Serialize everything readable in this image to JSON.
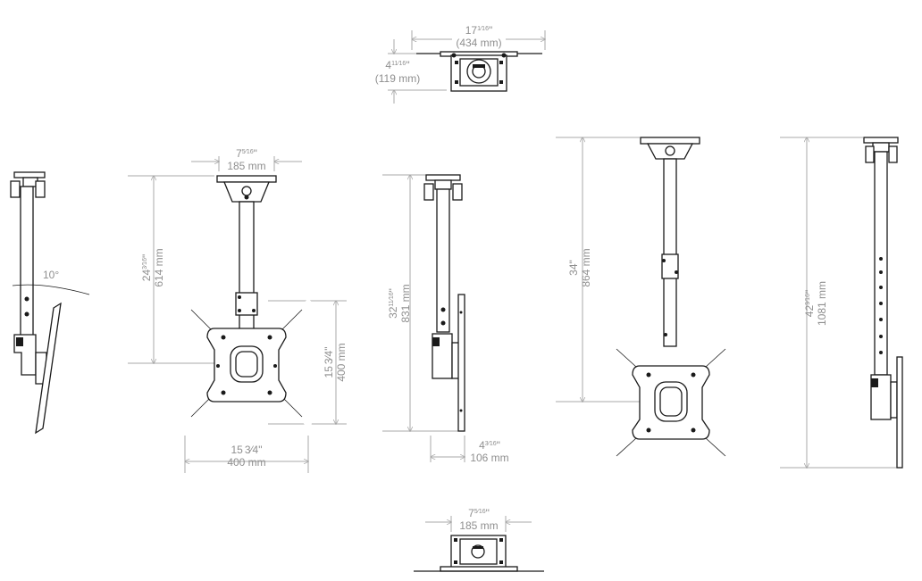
{
  "dimensions": {
    "top_width": {
      "whole": "17",
      "frac": "1⁄16",
      "unit": "\"",
      "metric": "(434 mm)"
    },
    "top_height": {
      "whole": "4",
      "frac": "11⁄16",
      "unit": "\"",
      "metric": "(119 mm)"
    },
    "tilt_angle": "10°",
    "plate_width_front": {
      "whole": "7",
      "frac": "5⁄16",
      "unit": "\"",
      "metric": "185 mm"
    },
    "min_drop": {
      "whole": "24",
      "frac": "3⁄16",
      "unit": "\"",
      "metric": "614 mm"
    },
    "vesa_vertical": {
      "whole": "15",
      "frac": "3⁄4",
      "unit": "\"",
      "metric": "400 mm"
    },
    "vesa_horizontal": {
      "whole": "15",
      "frac": "3⁄4",
      "unit": "\"",
      "metric": "400 mm"
    },
    "side_drop": {
      "whole": "32",
      "frac": "11⁄16",
      "unit": "\"",
      "metric": "831 mm"
    },
    "side_depth": {
      "whole": "4",
      "frac": "3⁄16",
      "unit": "\"",
      "metric": "106 mm"
    },
    "extended_drop": {
      "whole": "34",
      "frac": "",
      "unit": "\"",
      "metric": "864 mm"
    },
    "max_drop": {
      "whole": "42",
      "frac": "9⁄16",
      "unit": "\"",
      "metric": "1081 mm"
    },
    "plate_width_bottom": {
      "whole": "7",
      "frac": "5⁄16",
      "unit": "\"",
      "metric": "185 mm"
    }
  },
  "colors": {
    "dimension": "#8f8f8f",
    "drawing": "#1a1a1a",
    "background": "#ffffff"
  }
}
